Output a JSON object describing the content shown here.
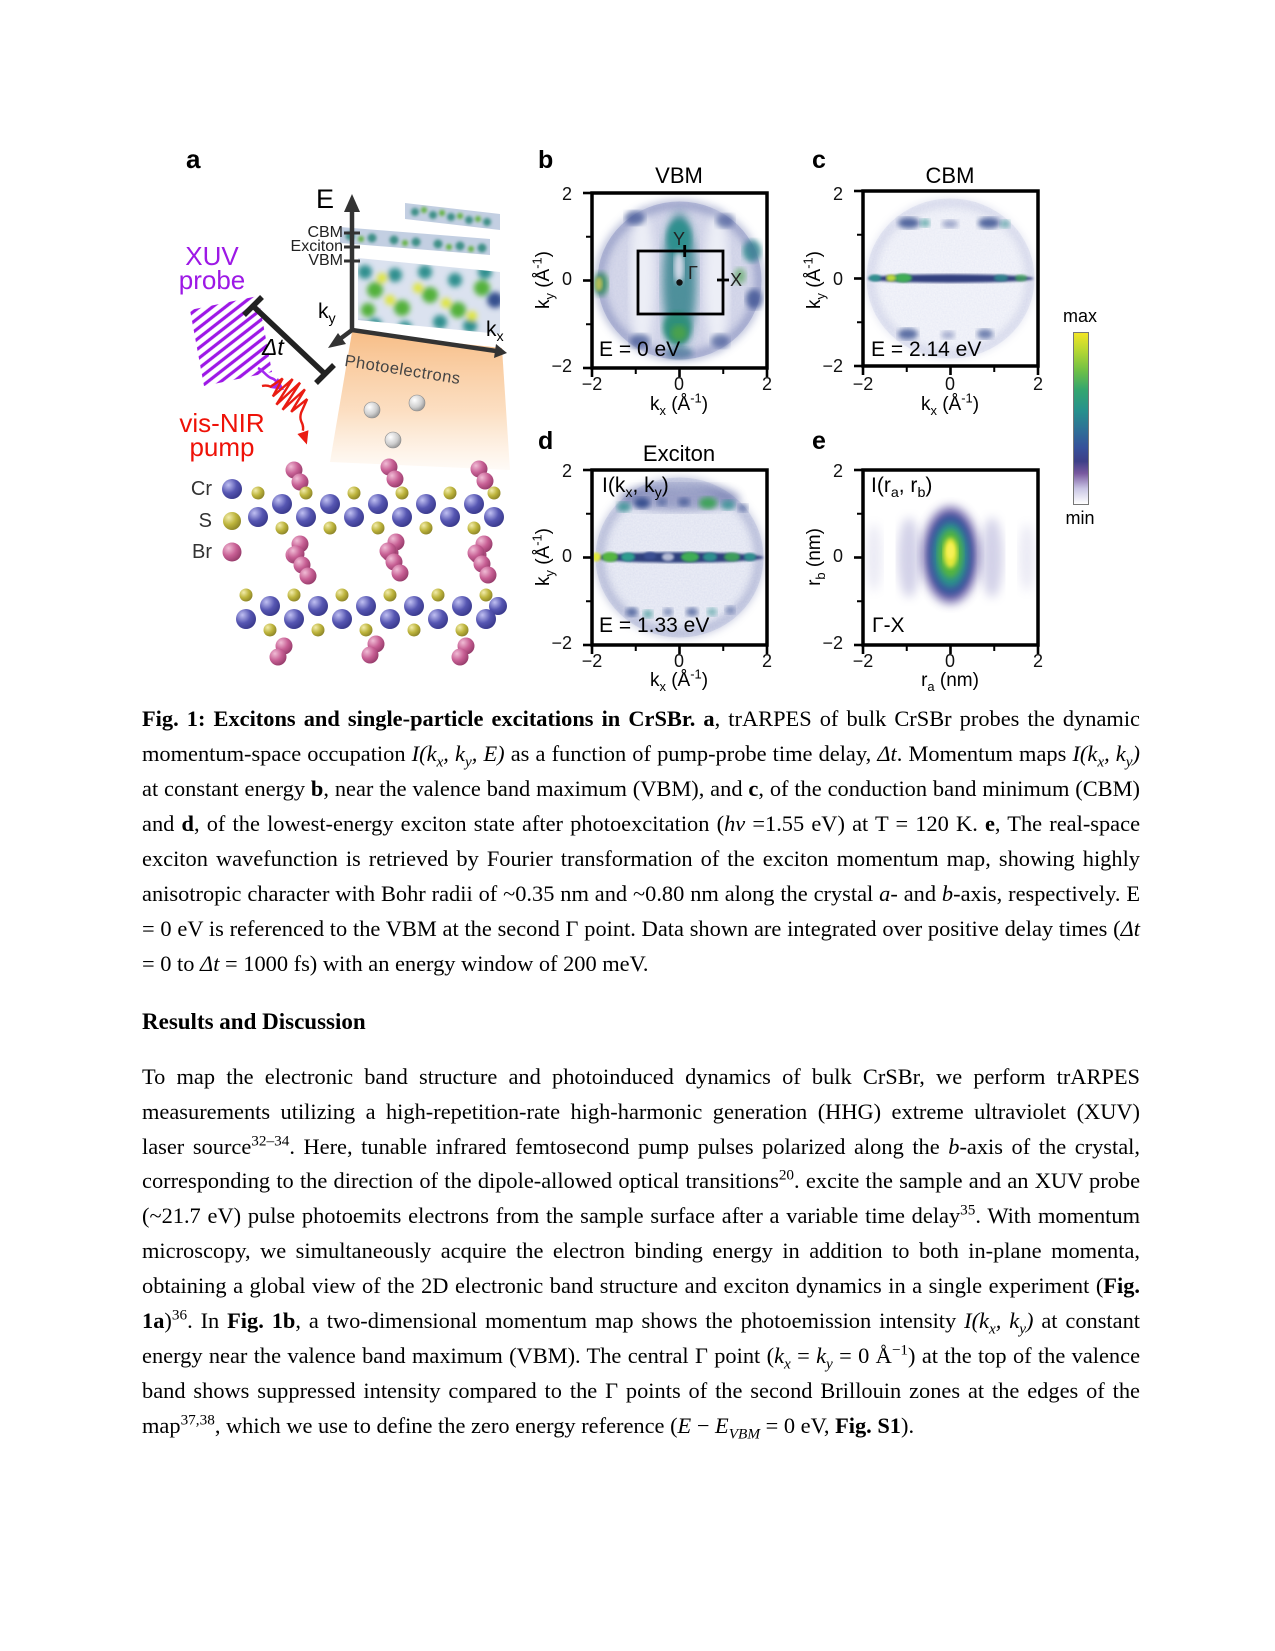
{
  "figure": {
    "colorbar": {
      "max_label": "max",
      "min_label": "min"
    },
    "axes": {
      "k_ticks": [
        "−2",
        "0",
        "2"
      ],
      "r_ticks": [
        "−2",
        "0",
        "2"
      ],
      "k_range": [
        -2,
        2
      ],
      "r_range": [
        -2,
        2
      ],
      "ky_label": [
        {
          "t": "k"
        },
        {
          "t": "y",
          "sub": true
        },
        {
          "t": " (Å"
        },
        {
          "t": "-1",
          "sup": true
        },
        {
          "t": ")"
        }
      ],
      "kx_label": [
        {
          "t": "k"
        },
        {
          "t": "x",
          "sub": true
        },
        {
          "t": " (Å"
        },
        {
          "t": "-1",
          "sup": true
        },
        {
          "t": ")"
        }
      ],
      "rb_label": [
        {
          "t": "r"
        },
        {
          "t": "b",
          "sub": true
        },
        {
          "t": " (nm)"
        }
      ],
      "ra_label": [
        {
          "t": "r"
        },
        {
          "t": "a",
          "sub": true
        },
        {
          "t": " (nm)"
        }
      ]
    },
    "panel_a": {
      "letter": "a",
      "energy_axis_label": "E",
      "levels": [
        "CBM",
        "Exciton",
        "VBM"
      ],
      "xuv_line1": "XUV",
      "xuv_line2": "probe",
      "pump_line1": "vis-NIR",
      "pump_line2": "pump",
      "delay_label": "Δt",
      "ky_rich": [
        {
          "t": "k"
        },
        {
          "t": "y",
          "sub": true
        }
      ],
      "kx_rich": [
        {
          "t": "k"
        },
        {
          "t": "x",
          "sub": true
        }
      ],
      "photoelectrons_label": "Photoelectrons",
      "legend": [
        {
          "label": "Cr"
        },
        {
          "label": "S"
        },
        {
          "label": "Br"
        }
      ],
      "colors": {
        "xuv": "#9d18e6",
        "pump": "#ee1208",
        "cr": "#5656b2",
        "s": "#bdb43c",
        "br": "#c75f94"
      }
    },
    "panel_b": {
      "letter": "b",
      "title": "VBM",
      "energy": "E = 0 eV",
      "gamma": "Γ",
      "x_point": "X",
      "y_point": "Y"
    },
    "panel_c": {
      "letter": "c",
      "title": "CBM",
      "energy": "E = 2.14 eV"
    },
    "panel_d": {
      "letter": "d",
      "title": "Exciton",
      "energy": "E = 1.33 eV",
      "intensity_rich": [
        {
          "t": "I(k"
        },
        {
          "t": "x",
          "sub": true
        },
        {
          "t": ", k"
        },
        {
          "t": "y",
          "sub": true
        },
        {
          "t": ")"
        }
      ]
    },
    "panel_e": {
      "letter": "e",
      "direction": "Γ-X",
      "intensity_rich": [
        {
          "t": "I(r"
        },
        {
          "t": "a",
          "sub": true
        },
        {
          "t": ", r"
        },
        {
          "t": "b",
          "sub": true
        },
        {
          "t": ")"
        }
      ]
    }
  },
  "caption": {
    "segments": [
      {
        "t": "Fig. 1: Excitons and single-particle excitations in CrSBr. ",
        "b": true
      },
      {
        "t": "a",
        "b": true
      },
      {
        "t": ", trARPES of bulk CrSBr probes the dynamic momentum-space occupation "
      },
      {
        "t": "I(k",
        "i": true
      },
      {
        "t": "x",
        "i": true,
        "sub": true
      },
      {
        "t": ", k",
        "i": true
      },
      {
        "t": "y",
        "i": true,
        "sub": true
      },
      {
        "t": ", E)",
        "i": true
      },
      {
        "t": " as a function of pump-probe time delay, "
      },
      {
        "t": "Δt",
        "i": true
      },
      {
        "t": ". Momentum maps "
      },
      {
        "t": "I(k",
        "i": true
      },
      {
        "t": "x",
        "i": true,
        "sub": true
      },
      {
        "t": ", k",
        "i": true
      },
      {
        "t": "y",
        "i": true,
        "sub": true
      },
      {
        "t": ")",
        "i": true
      },
      {
        "t": " at constant energy "
      },
      {
        "t": "b",
        "b": true
      },
      {
        "t": ", near the valence band maximum (VBM), and "
      },
      {
        "t": "c",
        "b": true
      },
      {
        "t": ", of the conduction band minimum (CBM) and "
      },
      {
        "t": "d",
        "b": true
      },
      {
        "t": ", of the lowest-energy exciton state after photoexcitation ("
      },
      {
        "t": "hv",
        "i": true
      },
      {
        "t": " =1.55 eV) at T = 120 K. "
      },
      {
        "t": "e",
        "b": true
      },
      {
        "t": ", The real-space exciton wavefunction is retrieved by Fourier transformation of the exciton momentum map, showing highly anisotropic character with Bohr radii of ~0.35 nm and ~0.80 nm along the crystal "
      },
      {
        "t": "a",
        "i": true
      },
      {
        "t": "- and "
      },
      {
        "t": "b",
        "i": true
      },
      {
        "t": "-axis, respectively. E = 0 eV is referenced to the VBM at the second Γ point. Data shown are integrated over positive delay times ("
      },
      {
        "t": "Δt",
        "i": true
      },
      {
        "t": " = 0 to "
      },
      {
        "t": "Δt",
        "i": true
      },
      {
        "t": " = 1000 fs) with an energy window of 200 meV."
      }
    ]
  },
  "section": {
    "heading": "Results and Discussion"
  },
  "body": {
    "segments": [
      {
        "t": "To map the electronic band structure and photoinduced dynamics of bulk CrSBr, we perform trARPES measurements utilizing a high-repetition-rate high-harmonic generation (HHG) extreme ultraviolet (XUV) laser source"
      },
      {
        "t": "32–34",
        "sup": true
      },
      {
        "t": ". Here, tunable infrared femtosecond pump pulses polarized along the "
      },
      {
        "t": "b",
        "i": true
      },
      {
        "t": "-axis of the crystal, corresponding to the direction of the dipole-allowed optical transitions"
      },
      {
        "t": "20",
        "sup": true
      },
      {
        "t": ". excite the sample and an XUV probe (~21.7 eV) pulse photoemits electrons from the sample surface after a variable time delay"
      },
      {
        "t": "35",
        "sup": true
      },
      {
        "t": ". With momentum microscopy, we simultaneously acquire the electron binding energy in addition to both in-plane momenta, obtaining a global view of the 2D electronic band structure and exciton dynamics in a single experiment ("
      },
      {
        "t": "Fig. 1a",
        "b": true
      },
      {
        "t": ")"
      },
      {
        "t": "36",
        "sup": true
      },
      {
        "t": ". In "
      },
      {
        "t": "Fig. 1b",
        "b": true
      },
      {
        "t": ", a two-dimensional momentum map shows the photoemission intensity "
      },
      {
        "t": "I(k",
        "i": true
      },
      {
        "t": "x",
        "i": true,
        "sub": true
      },
      {
        "t": ", k",
        "i": true
      },
      {
        "t": "y",
        "i": true,
        "sub": true
      },
      {
        "t": ")",
        "i": true
      },
      {
        "t": " at constant energy near the valence band maximum (VBM). The central Γ point ("
      },
      {
        "t": "k",
        "i": true
      },
      {
        "t": "x",
        "i": true,
        "sub": true
      },
      {
        "t": " = "
      },
      {
        "t": "k",
        "i": true
      },
      {
        "t": "y",
        "i": true,
        "sub": true
      },
      {
        "t": " = 0 Å"
      },
      {
        "t": "−1",
        "sup": true
      },
      {
        "t": ") at the top of the valence band shows suppressed intensity compared to the Γ points of the second Brillouin zones at the edges of the map"
      },
      {
        "t": "37,38",
        "sup": true
      },
      {
        "t": ", which we use to define the zero energy reference ("
      },
      {
        "t": "E",
        "i": true
      },
      {
        "t": " − "
      },
      {
        "t": "E",
        "i": true
      },
      {
        "t": "VBM",
        "i": true,
        "sub": true
      },
      {
        "t": " = 0 eV, "
      },
      {
        "t": "Fig. S1",
        "b": true
      },
      {
        "t": ")."
      }
    ]
  }
}
